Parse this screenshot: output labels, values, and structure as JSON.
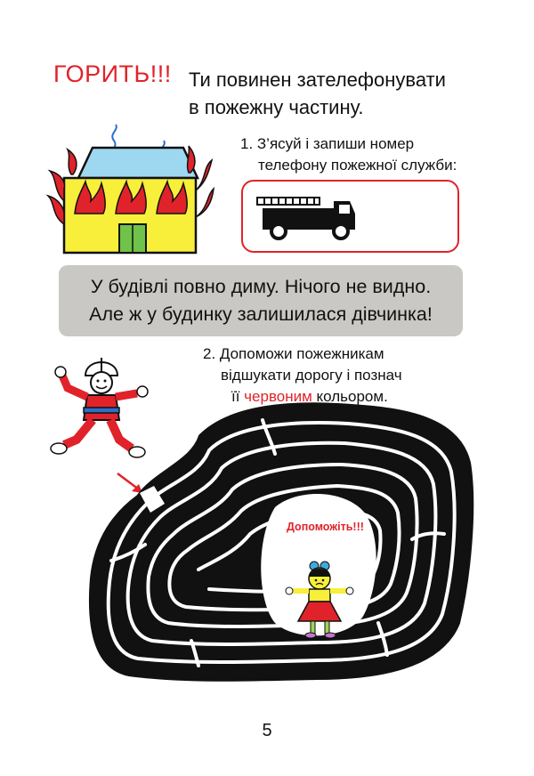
{
  "header": {
    "alarm": "ГОРИТЬ!!!",
    "instruction_line1": "Ти повинен зателефонувати",
    "instruction_line2": "в пожежну частину."
  },
  "task1": {
    "line1": "1. З’ясуй і запиши номер",
    "line2": "телефону пожежної служби:"
  },
  "banner": {
    "line1": "У будівлі повно диму. Нічого не видно.",
    "line2": "Але ж у будинку залишилася дівчинка!"
  },
  "task2": {
    "line1": "2. Допоможи пожежникам",
    "line2": "відшукати дорогу і познач",
    "line3_prefix": "її ",
    "line3_highlight": "червоним",
    "line3_suffix": " кольором."
  },
  "maze": {
    "help_text": "Допоможіть!!!"
  },
  "page_number": "5",
  "colors": {
    "accent_red": "#e0232a",
    "banner_gray": "#c9c8c5",
    "house_yellow": "#f7ef3a",
    "roof_blue": "#9ed8f0"
  }
}
